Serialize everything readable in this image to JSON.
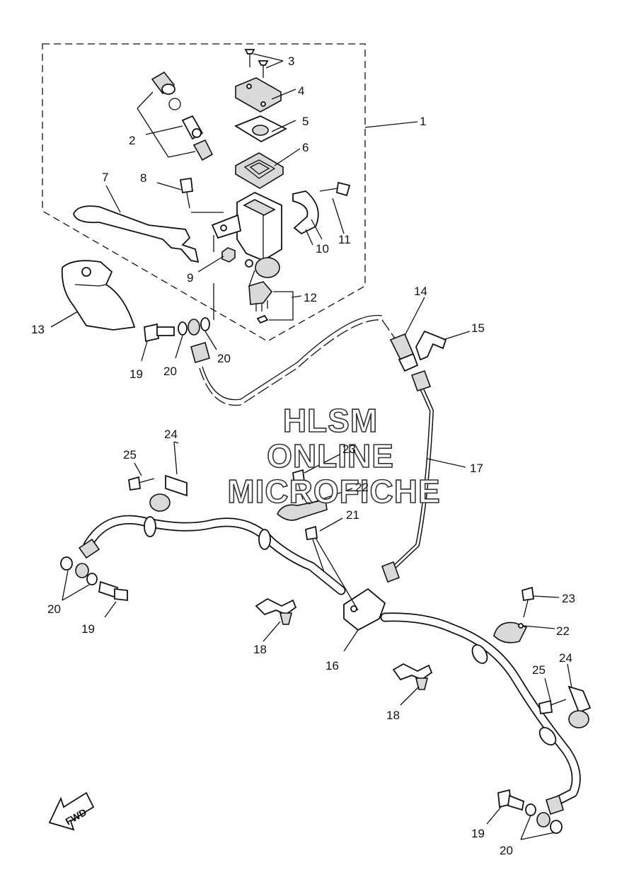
{
  "callouts": {
    "c1": "1",
    "c2": "2",
    "c3": "3",
    "c4": "4",
    "c5": "5",
    "c6": "6",
    "c7": "7",
    "c8": "8",
    "c9": "9",
    "c10": "10",
    "c11": "11",
    "c12": "12",
    "c13": "13",
    "c14": "14",
    "c15": "15",
    "c16": "16",
    "c17": "17",
    "c18a": "18",
    "c18b": "18",
    "c19a": "19",
    "c19b": "19",
    "c19c": "19",
    "c20a": "20",
    "c20b": "20",
    "c20c": "20",
    "c20d": "20",
    "c21": "21",
    "c22a": "22",
    "c22b": "22",
    "c23a": "23",
    "c23b": "23",
    "c24a": "24",
    "c24b": "24",
    "c25a": "25",
    "c25b": "25"
  },
  "watermark": {
    "line1": "HLSM",
    "line2": "ONLINE",
    "line3": "MICROFICHE"
  },
  "fwd_label": "FWD",
  "colors": {
    "line": "#111111",
    "background": "#ffffff",
    "shade": "#d9d9d9"
  }
}
